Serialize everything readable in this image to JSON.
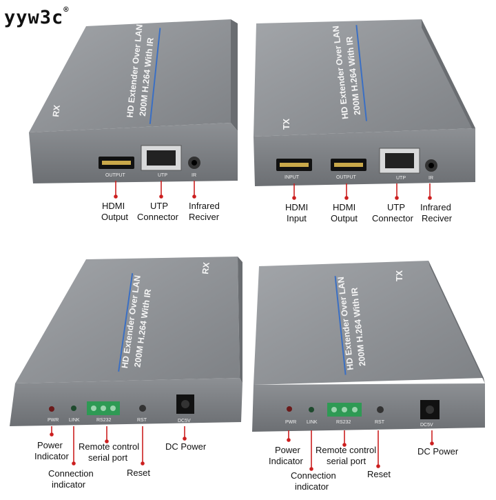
{
  "brand": {
    "name": "yyw3c",
    "mark": "®"
  },
  "device": {
    "title_line1": "HD Extender Over LAN",
    "title_line2": "200M H.264 With IR"
  },
  "colors": {
    "casing": "#8a8d91",
    "casing_dark": "#6f7276",
    "callout": "#cc1f1f",
    "stripe": "#3a6fc4",
    "terminal": "#2e9a54"
  },
  "panels": {
    "rx_front": {
      "unit": "RX",
      "ports": [
        {
          "label": "OUTPUT",
          "icon": "hdmi-port-icon"
        },
        {
          "label": "UTP",
          "icon": "rj45-port-icon"
        },
        {
          "label": "IR",
          "icon": "ir-jack-icon"
        }
      ],
      "callouts": [
        {
          "line1": "HDMI",
          "line2": "Output"
        },
        {
          "line1": "UTP",
          "line2": "Connector"
        },
        {
          "line1": "Infrared",
          "line2": "Reciver"
        }
      ]
    },
    "tx_front": {
      "unit": "TX",
      "ports": [
        {
          "label": "INPUT",
          "icon": "hdmi-port-icon"
        },
        {
          "label": "OUTPUT",
          "icon": "hdmi-port-icon"
        },
        {
          "label": "UTP",
          "icon": "rj45-port-icon"
        },
        {
          "label": "IR",
          "icon": "ir-jack-icon"
        }
      ],
      "callouts": [
        {
          "line1": "HDMI",
          "line2": "Input"
        },
        {
          "line1": "HDMI",
          "line2": "Output"
        },
        {
          "line1": "UTP",
          "line2": "Connector"
        },
        {
          "line1": "Infrared",
          "line2": "Reciver"
        }
      ]
    },
    "rx_back": {
      "unit": "RX",
      "ports": [
        {
          "label": "PWR",
          "icon": "power-led-icon"
        },
        {
          "label": "LINK",
          "icon": "link-led-icon"
        },
        {
          "label": "RS232",
          "icon": "rs232-terminal-icon"
        },
        {
          "label": "RST",
          "icon": "reset-button-icon"
        },
        {
          "label": "DC5V",
          "icon": "dc-jack-icon"
        }
      ],
      "callouts": [
        {
          "line1": "Power",
          "line2": "Indicator"
        },
        {
          "line1": "Connection",
          "line2": "indicator"
        },
        {
          "line1": "Remote control",
          "line2": "serial port"
        },
        {
          "line1": "Reset",
          "line2": ""
        },
        {
          "line1": "DC Power",
          "line2": ""
        }
      ]
    },
    "tx_back": {
      "unit": "TX",
      "ports": [
        {
          "label": "PWR",
          "icon": "power-led-icon"
        },
        {
          "label": "LINK",
          "icon": "link-led-icon"
        },
        {
          "label": "RS232",
          "icon": "rs232-terminal-icon"
        },
        {
          "label": "RST",
          "icon": "reset-button-icon"
        },
        {
          "label": "DC5V",
          "icon": "dc-jack-icon"
        }
      ],
      "callouts": [
        {
          "line1": "Power",
          "line2": "Indicator"
        },
        {
          "line1": "Connection",
          "line2": "indicator"
        },
        {
          "line1": "Remote control",
          "line2": "serial port"
        },
        {
          "line1": "Reset",
          "line2": ""
        },
        {
          "line1": "DC Power",
          "line2": ""
        }
      ]
    }
  }
}
